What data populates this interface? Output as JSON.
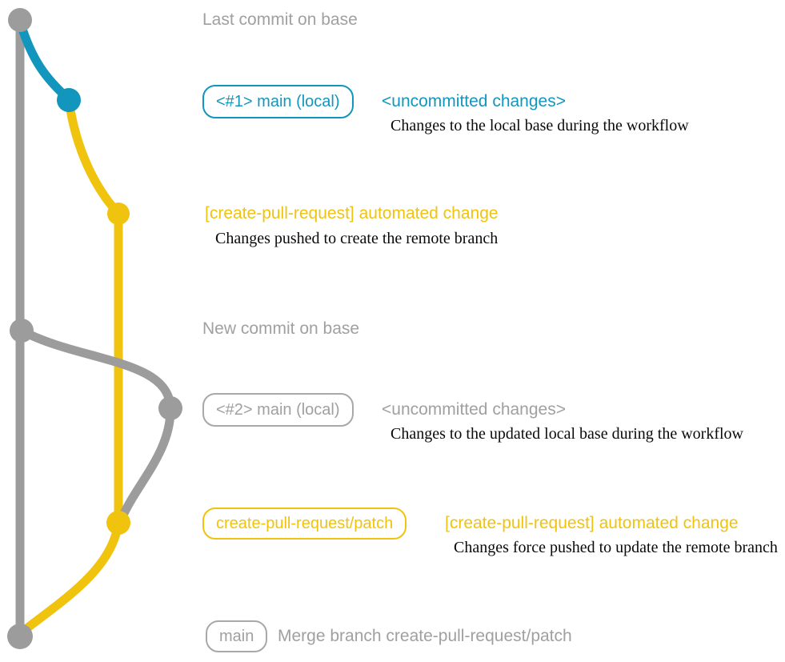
{
  "colors": {
    "gray": "#9c9c9c",
    "blue": "#1296bd",
    "yellow": "#f0c30e",
    "text_gray": "#a0a0a0",
    "caption_black": "#0a0a0a"
  },
  "graph": {
    "commits": [
      {
        "id": "last-commit-on-base",
        "color": "gray"
      },
      {
        "id": "local-main-1",
        "color": "blue"
      },
      {
        "id": "automated-change-1",
        "color": "yellow"
      },
      {
        "id": "new-commit-on-base",
        "color": "gray"
      },
      {
        "id": "local-main-2",
        "color": "gray"
      },
      {
        "id": "automated-change-2",
        "color": "yellow"
      },
      {
        "id": "merge-commit",
        "color": "gray"
      }
    ]
  },
  "rows": {
    "last_commit": {
      "label": "Last commit on base"
    },
    "main_local_1": {
      "badge": "<#1> main (local)",
      "heading": "<uncommitted changes>",
      "caption": "Changes to the local base during the workflow"
    },
    "automated_change_1": {
      "heading": "[create-pull-request] automated change",
      "caption": "Changes pushed to create the remote branch"
    },
    "new_commit": {
      "label": "New commit on base"
    },
    "main_local_2": {
      "badge": "<#2> main (local)",
      "heading": "<uncommitted changes>",
      "caption": "Changes to the updated local base during the workflow"
    },
    "patch_branch": {
      "badge": "create-pull-request/patch",
      "heading": "[create-pull-request] automated change",
      "caption": "Changes force pushed to update the remote branch"
    },
    "merge": {
      "badge": "main",
      "label": "Merge branch create-pull-request/patch"
    }
  }
}
